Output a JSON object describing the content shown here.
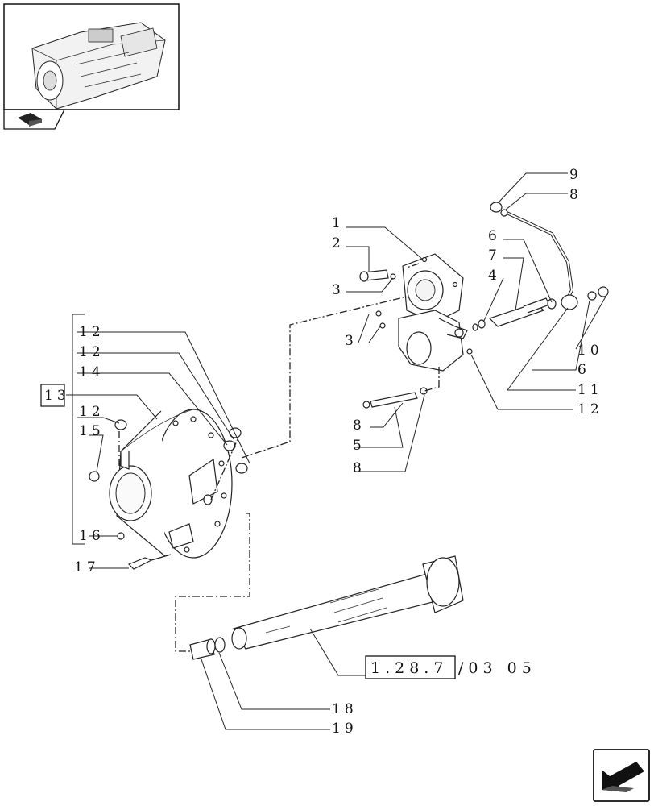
{
  "diagram": {
    "callouts": [
      "1",
      "2",
      "3",
      "3",
      "4",
      "5",
      "6",
      "6",
      "7",
      "8",
      "8",
      "8",
      "9",
      "10",
      "11",
      "12",
      "12",
      "12",
      "12",
      "13",
      "14",
      "15",
      "16",
      "17",
      "18",
      "19"
    ],
    "labels": {
      "c1": "1",
      "c2": "2",
      "c3a": "3",
      "c3b": "3",
      "c4": "4",
      "c5": "5",
      "c6a": "6",
      "c6b": "6",
      "c7": "7",
      "c8a": "8",
      "c8b": "8",
      "c8c": "8",
      "c9": "9",
      "c10": "10",
      "c11": "11",
      "c12a": "12",
      "c12b": "12",
      "c12c": "12",
      "c12d": "12",
      "c13": "13",
      "c14": "14",
      "c15": "15",
      "c16": "16",
      "c17": "17",
      "c18": "18",
      "c19": "19"
    },
    "reference_part": "1.28.7",
    "reference_suffix": "/03  05"
  },
  "nav": {
    "thumbnail_icon": "tractor-transmission-thumbnail",
    "book_icon": "manual-book-icon",
    "next_arrow_icon": "next-page-arrow-icon"
  }
}
